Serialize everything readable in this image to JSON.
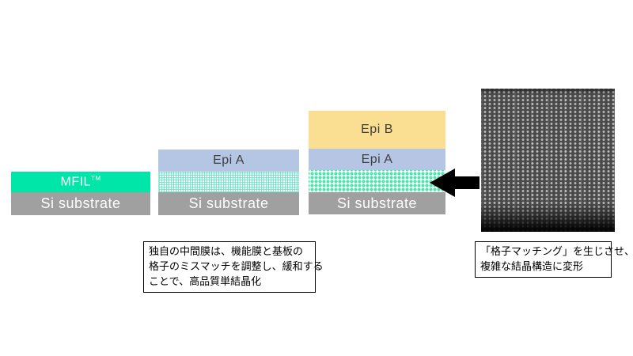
{
  "stacks": [
    {
      "name": "step-1-mfil-on-substrate",
      "layers": [
        {
          "label": "MFIL",
          "trademark": "TM",
          "color": "#00e6a9"
        },
        {
          "label": "Si substrate",
          "color": "#a0a0a0"
        }
      ]
    },
    {
      "name": "step-2-epi-a-growth",
      "layers": [
        {
          "label": "Epi A",
          "color": "#b4c6e4"
        },
        {
          "label": "",
          "pattern": "teal-fine-grid"
        },
        {
          "label": "Si substrate",
          "color": "#a0a0a0"
        }
      ]
    },
    {
      "name": "step-3-epi-b-growth",
      "layers": [
        {
          "label": "Epi B",
          "color": "#fade92"
        },
        {
          "label": "Epi A",
          "color": "#b4c6e4"
        },
        {
          "label": "",
          "pattern": "teal-dot-lattice"
        },
        {
          "label": "Si substrate",
          "color": "#a0a0a0"
        }
      ]
    }
  ],
  "captions": {
    "left": {
      "lines": [
        "独自の中間膜は、機能膜と基板の",
        "格子のミスマッチを調整し、緩和する",
        "ことで、高品質単結晶化"
      ]
    },
    "right": {
      "lines": [
        "「格子マッチング」を生じさせ、",
        "複雑な結晶構造に変形"
      ]
    }
  },
  "colors": {
    "mfil_teal": "#00e6a9",
    "substrate_gray": "#a0a0a0",
    "epi_a_blue": "#b4c6e4",
    "epi_b_yellow": "#fade92",
    "lattice_pattern_teal": "#4ce3ad",
    "arrow_black": "#000000",
    "tem_background_gray": "#4f4f4f"
  }
}
